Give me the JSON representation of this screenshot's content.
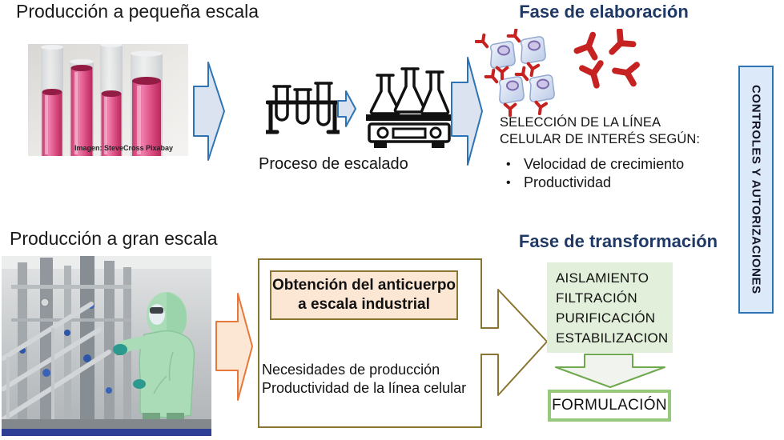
{
  "colors": {
    "navy": "#1f3864",
    "brown": "#8a7633",
    "orange": "#e8783a",
    "peach": "#fce6d4",
    "blue_border": "#2e74b5",
    "blue_fill": "#dbe3f1",
    "light_blue_fill": "#dce9f8",
    "green_fill": "#e2efda",
    "green_border": "#97c97c",
    "red": "#c62222"
  },
  "top": {
    "title_small_scale": "Producción a pequeña escala",
    "photo_caption": "Imagen: SteveCross Pixabay",
    "process_label": "Proceso de escalado",
    "phase_title_elaboracion": "Fase de elaboración",
    "selection_heading_line1": "SELECCIÓN DE LA LÍNEA",
    "selection_heading_line2": "CELULAR DE INTERÉS SEGÚN:",
    "selection_bullets": [
      "Velocidad de crecimiento",
      "Productividad"
    ]
  },
  "side": {
    "controls_label": "CONTROLES Y AUTORIZACIONES"
  },
  "bottom": {
    "title_large_scale": "Producción a gran escala",
    "obtain_line1": "Obtención del anticuerpo",
    "obtain_line2": "a escala industrial",
    "needs_line1": "Necesidades de producción",
    "needs_line2": "Productividad de la línea celular",
    "phase_title_transformacion": "Fase de transformación",
    "process_steps": [
      "AISLAMIENTO",
      "FILTRACIÓN",
      "PURIFICACIÓN",
      "ESTABILIZACION"
    ],
    "formulation_label": "FORMULACIÓN"
  },
  "icons": {
    "test_tube_rack": "test-tube-rack-icon",
    "flask_shaker": "flask-shaker-icon",
    "cells_antibodies": "cells-antibodies-illustration",
    "right_arrow": "right-arrow-icon",
    "down_arrow": "down-arrow-icon"
  }
}
